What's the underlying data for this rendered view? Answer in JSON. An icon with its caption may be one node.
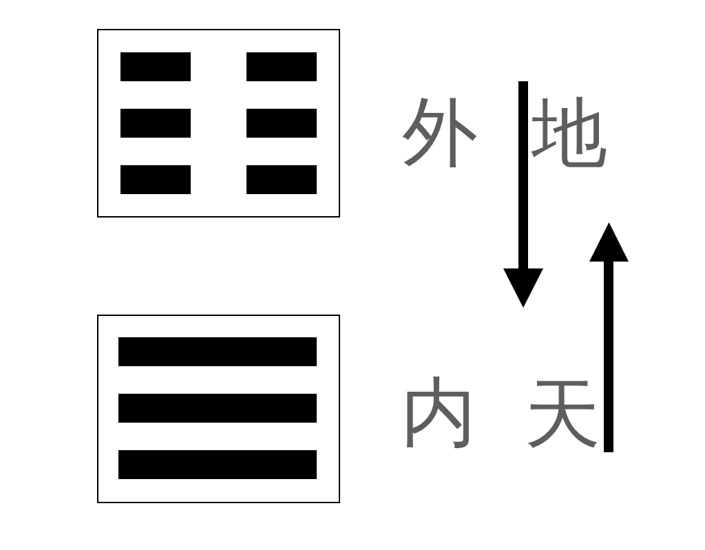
{
  "diagram": {
    "nodes": [
      {
        "text": [],
        "shape": "box"
      },
      {
        "text": [],
        "shape": "box"
      }
    ],
    "labels": [
      "外",
      "地",
      "内",
      "天"
    ]
  }
}
